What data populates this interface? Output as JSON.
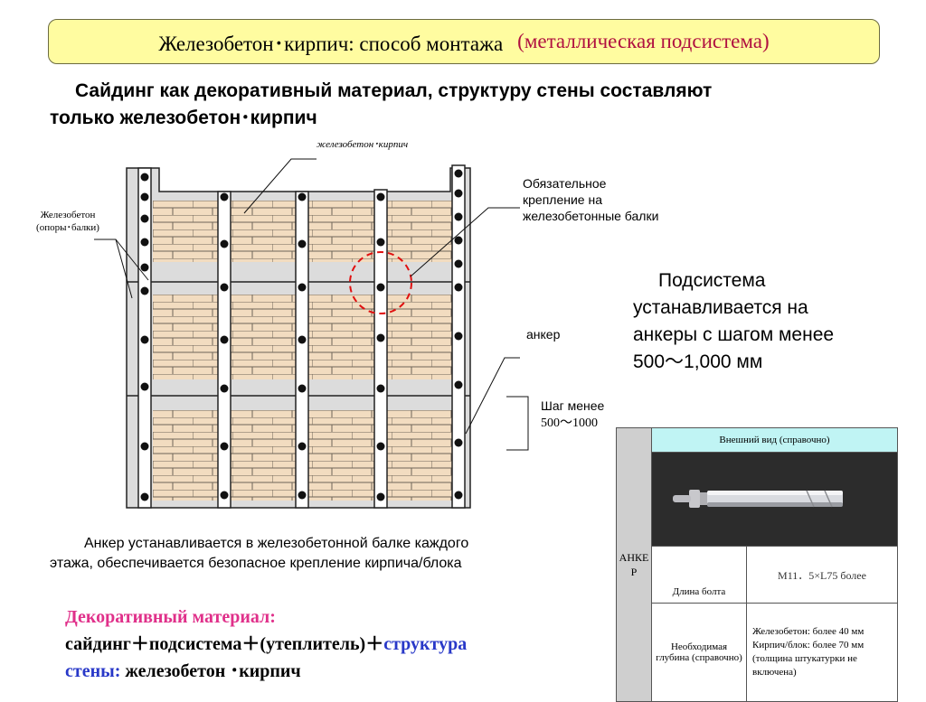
{
  "title": {
    "main": "Железобетон･кирпич: способ монтажа",
    "sub": "(металлическая подсистема)"
  },
  "subtitle": {
    "line1": "Сайдинг как декоративный материал, структуру стены составляют",
    "line2": "только железобетон･кирпич"
  },
  "diagram": {
    "label_top": "железобетон･кирпич",
    "label_left_1": "Железобетон",
    "label_left_2": "(опоры･балки)",
    "label_fix_1": "Обязательное",
    "label_fix_2": "крепление на",
    "label_fix_3": "железобетонные балки",
    "label_anchor": "анкер",
    "label_step_1": "Шаг менее",
    "label_step_2": "500～1000"
  },
  "subsystem_text": {
    "line1": "Подсистема",
    "line2": "устанавливается на",
    "line3": "анкеры с шагом менее",
    "line4": "500～1,000 мм"
  },
  "note": {
    "line1": "Анкер устанавливается в железобетонной балке каждого",
    "line2": "этажа, обеспечивается безопасное крепление кирпича/блока"
  },
  "formula": {
    "label": "Декоративный материал:",
    "part1": "сайдинг＋подсистема＋(утеплитель)＋",
    "part2": "структура",
    "part3": "стены:",
    "part4": " железобетон ･кирпич"
  },
  "anchor_table": {
    "vertical_label": "АНКЕР",
    "header": "Внешний вид (справочно)",
    "row1_label": "Длина болта",
    "row1_value": "M11．5×L75 более",
    "row2_label": "Необходимая глубина (справочно)",
    "row2_value_1": "Железобетон: более 40 мм",
    "row2_value_2": "Кирпич/блок: более 70 мм (толщина штукатурки не включена)"
  },
  "colors": {
    "title_bg": "#fffca0",
    "title_accent": "#b01040",
    "brick": "#f2dcc0",
    "concrete": "#dcdcdc",
    "circle": "#e01010",
    "formula_pink": "#e0308a",
    "formula_blue": "#2838c8",
    "table_header": "#c0f4f4"
  }
}
